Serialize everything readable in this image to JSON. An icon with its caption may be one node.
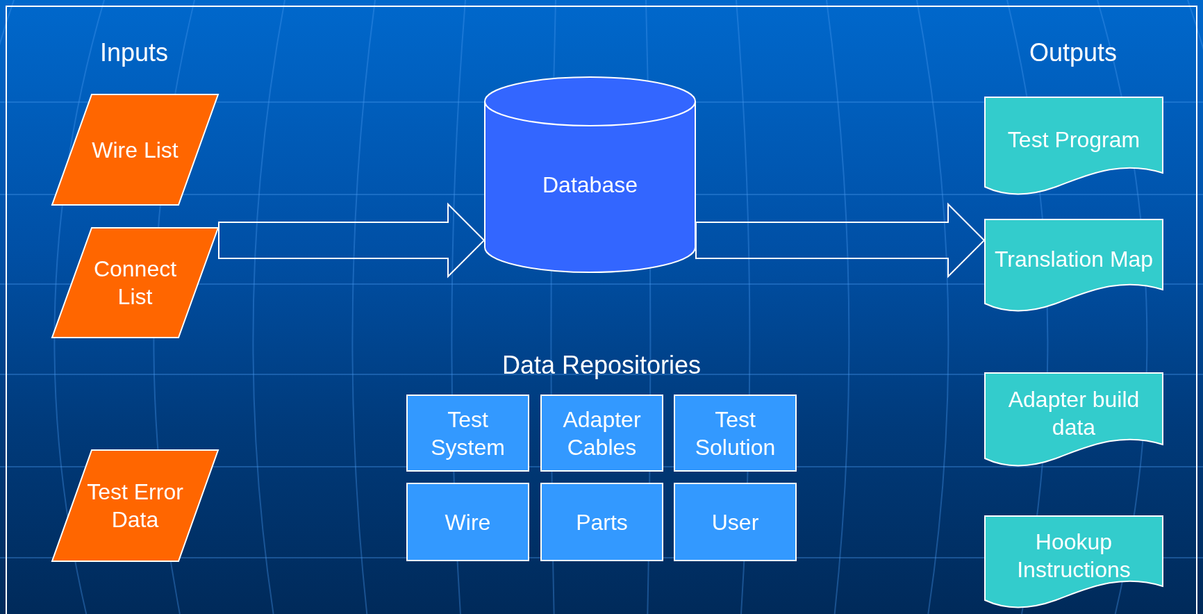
{
  "diagram": {
    "nodes": [
      {
        "text": [
          "Wire List"
        ]
      },
      {
        "text": [
          "Connect List"
        ]
      },
      {
        "text": [
          "Test Error Data"
        ]
      },
      {
        "text": [
          "Database"
        ]
      },
      {
        "text": [
          "Test System"
        ]
      },
      {
        "text": [
          "Adapter Cables"
        ]
      },
      {
        "text": [
          "Test Solution"
        ]
      },
      {
        "text": [
          "Wire"
        ]
      },
      {
        "text": [
          "Parts"
        ]
      },
      {
        "text": [
          "User"
        ]
      },
      {
        "text": [
          "Test Program"
        ]
      },
      {
        "text": [
          "Translation Map"
        ]
      },
      {
        "text": [
          "Adapter build data"
        ]
      },
      {
        "text": [
          "Hookup Instructions"
        ]
      }
    ],
    "edges": [
      {
        "from": 1,
        "to": 3,
        "arrow": "to",
        "style": "thick"
      },
      {
        "from": 3,
        "to": 11,
        "arrow": "to",
        "style": "thick"
      }
    ],
    "labels": [
      "Inputs",
      "Outputs",
      "Data Repositories"
    ]
  }
}
